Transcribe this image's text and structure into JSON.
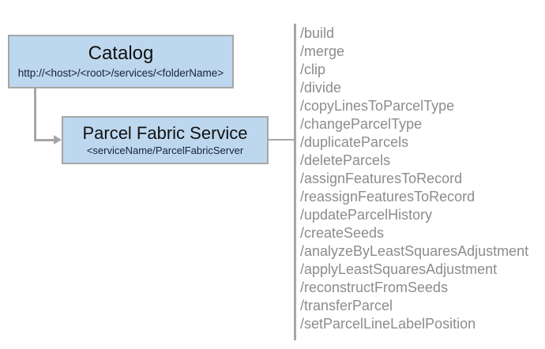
{
  "diagram": {
    "type": "architecture-diagram",
    "background_color": "#ffffff"
  },
  "colors": {
    "node_fill": "#bdd7ee",
    "node_border": "#a6a6a6",
    "connector": "#a6a6a6",
    "operation_text": "#8c8c8c",
    "title_text": "#111111",
    "subtitle_text": "#17223b"
  },
  "nodes": {
    "catalog": {
      "title": "Catalog",
      "subtitle": "http://<host>/<root>/services/<folderName>"
    },
    "service": {
      "title": "Parcel Fabric Service",
      "subtitle": "<serviceName/ParcelFabricServer"
    }
  },
  "operations": [
    {
      "label": "/build"
    },
    {
      "label": "/merge"
    },
    {
      "label": "/clip"
    },
    {
      "label": "/divide"
    },
    {
      "label": "/copyLinesToParcelType"
    },
    {
      "label": "/changeParcelType"
    },
    {
      "label": "/duplicateParcels"
    },
    {
      "label": "/deleteParcels"
    },
    {
      "label": "/assignFeaturesToRecord"
    },
    {
      "label": "/reassignFeaturesToRecord"
    },
    {
      "label": "/updateParcelHistory"
    },
    {
      "label": "/createSeeds"
    },
    {
      "label": "/analyzeByLeastSquaresAdjustment"
    },
    {
      "label": "/applyLeastSquaresAdjustment"
    },
    {
      "label": "/reconstructFromSeeds"
    },
    {
      "label": "/transferParcel"
    },
    {
      "label": "/setParcelLineLabelPosition"
    }
  ]
}
